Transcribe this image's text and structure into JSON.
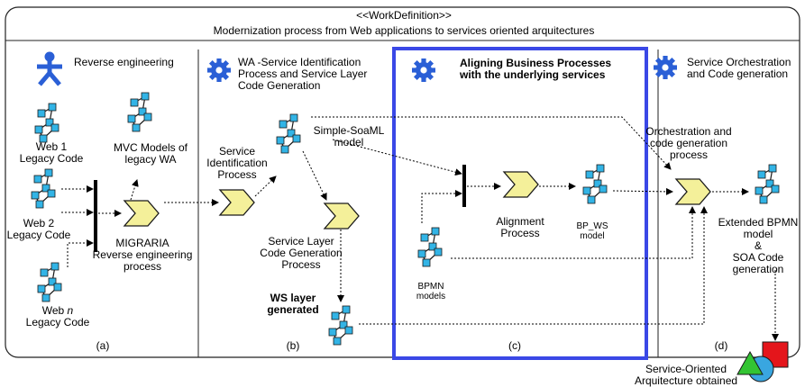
{
  "header": {
    "stereotype": "<<WorkDefinition>>",
    "title": "Modernization process from Web applications to services oriented arquitectures"
  },
  "phases": [
    {
      "id": "a",
      "label": "(a)",
      "title": "Reverse engineering"
    },
    {
      "id": "b",
      "label": "(b)",
      "title_lines": [
        "WA -Service Identification",
        "Process and Service Layer",
        "Code Generation"
      ]
    },
    {
      "id": "c",
      "label": "(c)",
      "title_lines": [
        "Aligning Business Processes",
        "with the underlying services"
      ]
    },
    {
      "id": "d",
      "label": "(d)",
      "title_lines": [
        "Service Orchestration",
        "and Code generation"
      ]
    }
  ],
  "inputs": {
    "web1": [
      "Web 1",
      "Legacy Code"
    ],
    "web2": [
      "Web 2",
      "Legacy Code"
    ],
    "webn": [
      "Web ",
      "n",
      "Legacy Code"
    ]
  },
  "artifacts": {
    "mvc_models": [
      "MVC Models of",
      "legacy WA"
    ],
    "simple_soaml": [
      "Simple-SoaML",
      "model"
    ],
    "ws_layer": [
      "WS layer",
      "generated"
    ],
    "bpmn_models": "BPMN\nmodels",
    "bpmn_models_lines": [
      "BPMN",
      "models"
    ],
    "bp_ws": [
      "BP_WS",
      "model"
    ],
    "extended_bpmn": [
      "Extended BPMN",
      "model",
      "&",
      "SOA Code",
      "generation"
    ],
    "soa_obtained": [
      "Service-Oriented",
      "Arquitecture obtained"
    ]
  },
  "processes": {
    "migraria": [
      "MIGRARIA",
      "Reverse engineering",
      "process"
    ],
    "service_identification": [
      "Service",
      "Identification",
      "Process"
    ],
    "service_layer": [
      "Service Layer",
      "Code Generation",
      "Process"
    ],
    "alignment": [
      "Alignment",
      "Process"
    ],
    "orchestration": [
      "Orchestration and",
      "code generation",
      "process"
    ]
  },
  "colors": {
    "border": "#222222",
    "highlight": "#3a48e6",
    "icon_blue": "#2a5fd6",
    "model_node": "#32b4e6",
    "process_fill": "#f4f09a",
    "soa_red": "#e4151b",
    "soa_green": "#33c433",
    "soa_blue": "#39a6e0"
  }
}
